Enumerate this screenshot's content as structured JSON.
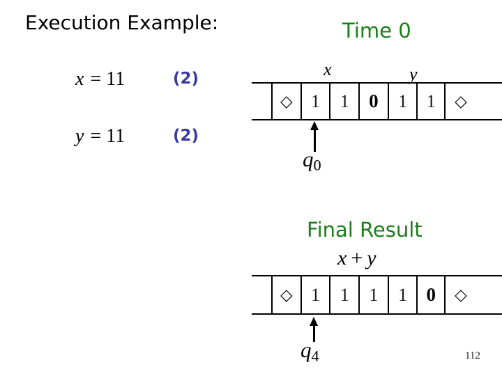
{
  "slide": {
    "title": "Execution Example:",
    "page_number": "112"
  },
  "colors": {
    "heading_green": "#1b7e1b",
    "note_blue": "#3a3a9e"
  },
  "equations": [
    {
      "variable": "x",
      "relation": "=",
      "value": "11",
      "note": "(2)"
    },
    {
      "variable": "y",
      "relation": "=",
      "value": "11",
      "note": "(2)"
    }
  ],
  "time_section": {
    "heading": "Time 0",
    "tape": {
      "label_x": "x",
      "label_y": "y",
      "cells": [
        "◇",
        "1",
        "1",
        "0",
        "1",
        "1",
        "◇"
      ],
      "head": {
        "state": "q",
        "index": "0"
      }
    }
  },
  "final_section": {
    "heading": "Final Result",
    "label": {
      "var1": "x",
      "op": "+",
      "var2": "y"
    },
    "tape": {
      "cells": [
        "◇",
        "1",
        "1",
        "1",
        "1",
        "0",
        "◇"
      ],
      "head": {
        "state": "q",
        "index": "4"
      }
    }
  }
}
